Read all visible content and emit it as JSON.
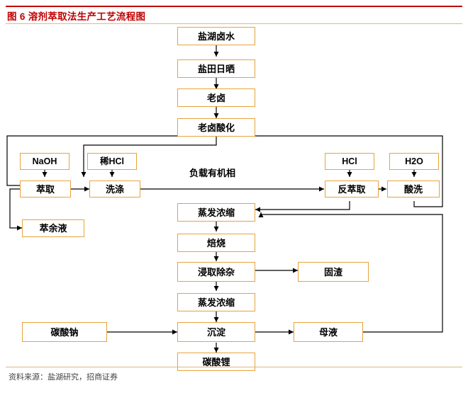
{
  "header": {
    "title": "图 6 溶剂萃取法生产工艺流程图",
    "title_color": "#c00000"
  },
  "footer": {
    "source": "资料来源：盐湖研究，招商证券"
  },
  "diagram": {
    "type": "flowchart",
    "box_border_color": "#e8a33d",
    "labels": {
      "loaded_organic": "负载有机相"
    },
    "nodes": [
      {
        "id": "n1",
        "label": "盐湖卤水"
      },
      {
        "id": "n2",
        "label": "盐田日晒"
      },
      {
        "id": "n3",
        "label": "老卤"
      },
      {
        "id": "n4",
        "label": "老卤酸化"
      },
      {
        "id": "n5",
        "label": "NaOH"
      },
      {
        "id": "n6",
        "label": "稀HCl"
      },
      {
        "id": "n7",
        "label": "HCl"
      },
      {
        "id": "n8",
        "label": "H2O"
      },
      {
        "id": "n9",
        "label": "萃取"
      },
      {
        "id": "n10",
        "label": "洗涤"
      },
      {
        "id": "n11",
        "label": "反萃取"
      },
      {
        "id": "n12",
        "label": "酸洗"
      },
      {
        "id": "n13",
        "label": "萃余液"
      },
      {
        "id": "n14",
        "label": "蒸发浓缩"
      },
      {
        "id": "n15",
        "label": "焙烧"
      },
      {
        "id": "n16",
        "label": "浸取除杂"
      },
      {
        "id": "n17",
        "label": "固渣"
      },
      {
        "id": "n18",
        "label": "蒸发浓缩"
      },
      {
        "id": "n19",
        "label": "碳酸钠"
      },
      {
        "id": "n20",
        "label": "沉淀"
      },
      {
        "id": "n21",
        "label": "母液"
      },
      {
        "id": "n22",
        "label": "碳酸锂"
      }
    ],
    "edges": [
      {
        "from": "n1",
        "to": "n2"
      },
      {
        "from": "n2",
        "to": "n3"
      },
      {
        "from": "n3",
        "to": "n4"
      },
      {
        "from": "n4",
        "to": "n9"
      },
      {
        "from": "n5",
        "to": "n9"
      },
      {
        "from": "n6",
        "to": "n10"
      },
      {
        "from": "n9",
        "to": "n10"
      },
      {
        "from": "n10",
        "to": "n11"
      },
      {
        "from": "n7",
        "to": "n11"
      },
      {
        "from": "n8",
        "to": "n12"
      },
      {
        "from": "n11",
        "to": "n12"
      },
      {
        "from": "n11",
        "to": "n14"
      },
      {
        "from": "n9",
        "to": "n13"
      },
      {
        "from": "n12",
        "to": "n9"
      },
      {
        "from": "n14",
        "to": "n15"
      },
      {
        "from": "n15",
        "to": "n16"
      },
      {
        "from": "n16",
        "to": "n17"
      },
      {
        "from": "n16",
        "to": "n18"
      },
      {
        "from": "n18",
        "to": "n20"
      },
      {
        "from": "n19",
        "to": "n20"
      },
      {
        "from": "n20",
        "to": "n21"
      },
      {
        "from": "n20",
        "to": "n22"
      },
      {
        "from": "n21",
        "to": "n14"
      }
    ]
  }
}
